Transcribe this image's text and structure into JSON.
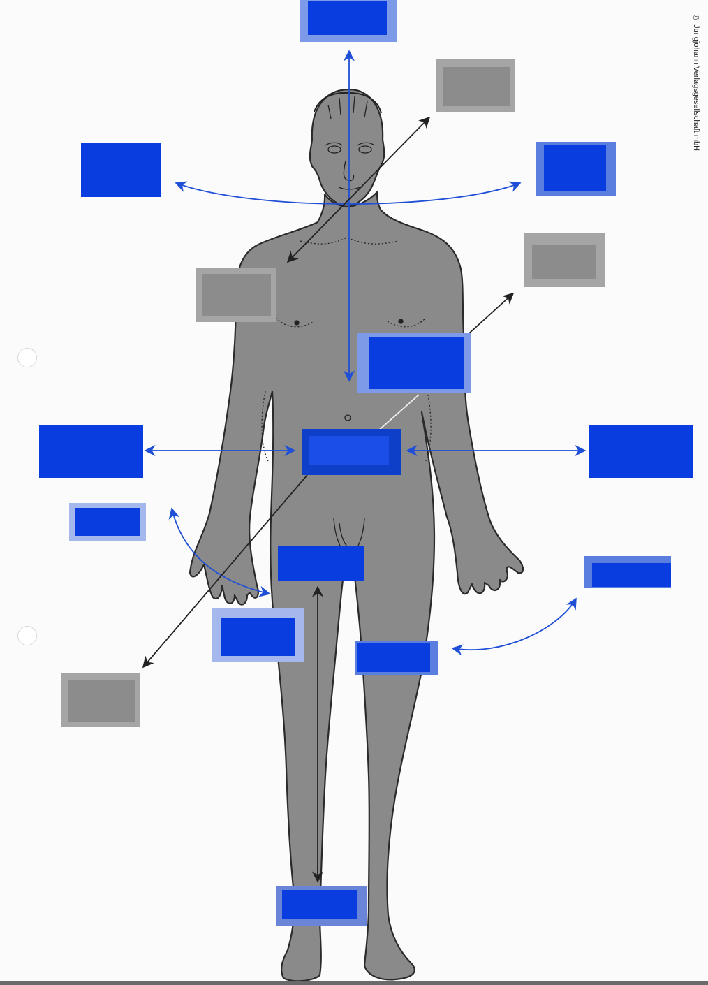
{
  "copyright": "© Jungjohann Verlagsgesellschaft mbH",
  "colors": {
    "label_blue": "#0a3de0",
    "label_blue_frame": "#7c9ae8",
    "label_gray": "#8c8c8c",
    "label_gray_frame": "#a5a5a5",
    "body": "#8a8a8a",
    "arrow_blue": "#1f4fd6",
    "arrow_black": "#222222"
  },
  "diagram": {
    "figure": "human-body-front-view",
    "label_boxes": [
      {
        "id": "label-top-head",
        "kind": "blue"
      },
      {
        "id": "label-head-right-top",
        "kind": "gray"
      },
      {
        "id": "label-head-left",
        "kind": "blue"
      },
      {
        "id": "label-head-right",
        "kind": "blue"
      },
      {
        "id": "label-shoulder-left",
        "kind": "gray"
      },
      {
        "id": "label-shoulder-right",
        "kind": "gray"
      },
      {
        "id": "label-trunk-center",
        "kind": "blue"
      },
      {
        "id": "label-hip-left",
        "kind": "blue"
      },
      {
        "id": "label-hip-center",
        "kind": "blue"
      },
      {
        "id": "label-hip-right",
        "kind": "blue"
      },
      {
        "id": "label-hand-left",
        "kind": "blue"
      },
      {
        "id": "label-groin",
        "kind": "blue"
      },
      {
        "id": "label-thigh-right-outer",
        "kind": "blue"
      },
      {
        "id": "label-thigh-left",
        "kind": "blue"
      },
      {
        "id": "label-knee",
        "kind": "blue"
      },
      {
        "id": "label-lower-left",
        "kind": "gray"
      },
      {
        "id": "label-ankle",
        "kind": "blue"
      }
    ]
  }
}
